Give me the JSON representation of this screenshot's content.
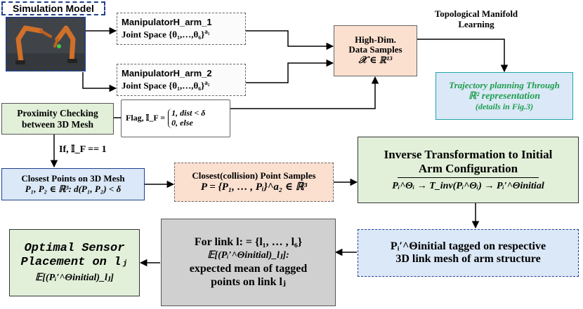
{
  "sim": {
    "title": "Simulation Model"
  },
  "arm1": {
    "name": "ManipulatorH_arm_1",
    "joint": "Joint Space {θ₁,…,θ₆}",
    "sup": "a₁"
  },
  "arm2": {
    "name": "ManipulatorH_arm_2",
    "joint": "Joint Space {θ₁,…,θ₆}",
    "sup": "a₂"
  },
  "hd": {
    "l1": "High-Dim.",
    "l2": "Data Samples",
    "l3": "𝒳 ∈ ℝ¹³"
  },
  "tml": {
    "l1": "Topological Manifold",
    "l2": "Learning"
  },
  "traj": {
    "l1": "Trajectory planning Through",
    "l2": "ℝ² representation",
    "l3": "(details in Fig.3)"
  },
  "prox": {
    "l1": "Proximity Checking",
    "l2": "between 3D Mesh"
  },
  "flag": {
    "label": "Flag, 𝕀_F =",
    "c1": "1,  dist < δ",
    "c2": "0,     else"
  },
  "ifcond": {
    "text": "If, 𝕀_F == 1"
  },
  "closest": {
    "l1": "Closest Points on 3D Mesh",
    "l2": "P₁, P₂ ∈ ℝ³: d(P₁, P₂) < δ"
  },
  "samples": {
    "l1": "Closest(collision) Point Samples",
    "l2": "P = {P₁, … , Pᵢ}^a₂ ∈ ℝ³"
  },
  "inv": {
    "l1": "Inverse Transformation to Initial",
    "l2": "Arm Configuration",
    "l3": "Pᵢ^Θᵢ → T_inv(Pᵢ^Θᵢ) → Pᵢ′^Θinitial"
  },
  "tagged": {
    "l1": "Pᵢ′^Θinitial tagged on respective",
    "l2": "3D link mesh of arm structure"
  },
  "link": {
    "l1": "For link  l: = {l₁, … , l₆}",
    "l2": "𝔼[(Pᵢ′^Θinitial)_lⱼ]:",
    "l3": "expected mean of tagged",
    "l4": "points on link lⱼ"
  },
  "opt": {
    "l1": "Optimal Sensor",
    "l2": "Placement on lⱼ",
    "l3": "𝔼[(Pᵢ′^Θinitial)_lⱼ]"
  },
  "colors": {
    "blue": "#1f3f8f",
    "green_border": "#2e8b57",
    "teal": "#22a3a3",
    "peach": "#fbe0d0",
    "lightblue": "#dbe8f7",
    "lightgreen": "#e2f0d9",
    "gray": "#d0d0d0"
  }
}
